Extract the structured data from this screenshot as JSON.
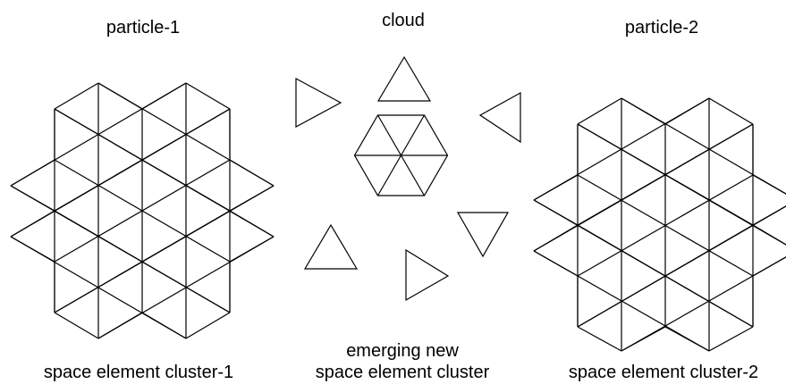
{
  "labels": {
    "particle_1": "particle-1",
    "cloud": "cloud",
    "particle_2": "particle-2",
    "cluster_1": "space element cluster-1",
    "emerging_line1": "emerging new",
    "emerging_line2": "space element cluster",
    "cluster_2": "space element cluster-2"
  },
  "colors": {
    "line": "#000000",
    "background": "#ffffff"
  }
}
